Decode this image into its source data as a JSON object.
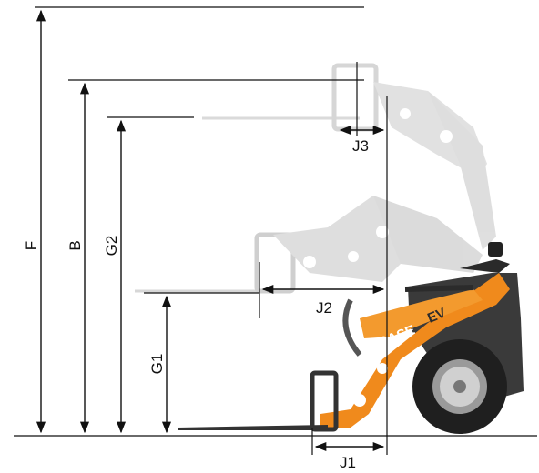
{
  "labels": {
    "F": "F",
    "B": "B",
    "G2": "G2",
    "G1": "G1",
    "J1": "J1",
    "J2": "J2",
    "J3": "J3"
  },
  "branding": {
    "logo_text": "CASE",
    "model_text": "EV"
  },
  "colors": {
    "loader_orange": "#f08a1c",
    "ghost_gray": "#c9c9c9",
    "cab_dark": "#3a3a3a",
    "tire": "#1f1f1f",
    "line": "#111111"
  }
}
